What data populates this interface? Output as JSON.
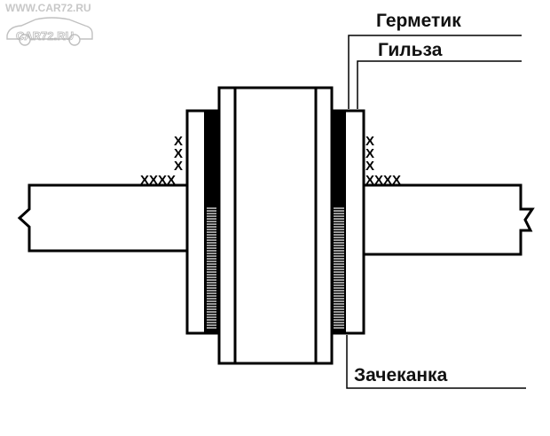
{
  "watermark": {
    "url": "WWW.CAR72.RU",
    "logo_text": "CAR72.RU"
  },
  "labels": {
    "sealant": "Герметик",
    "sleeve": "Гильза",
    "caulking": "Зачеканка"
  },
  "marks": {
    "left_column": [
      "X",
      "X",
      "X"
    ],
    "left_row": "XXXX",
    "right_column": [
      "X",
      "X",
      "X"
    ],
    "right_row": "XXXX"
  },
  "colors": {
    "line": "#000000",
    "background": "#ffffff",
    "watermark": "#bbbbbb"
  }
}
